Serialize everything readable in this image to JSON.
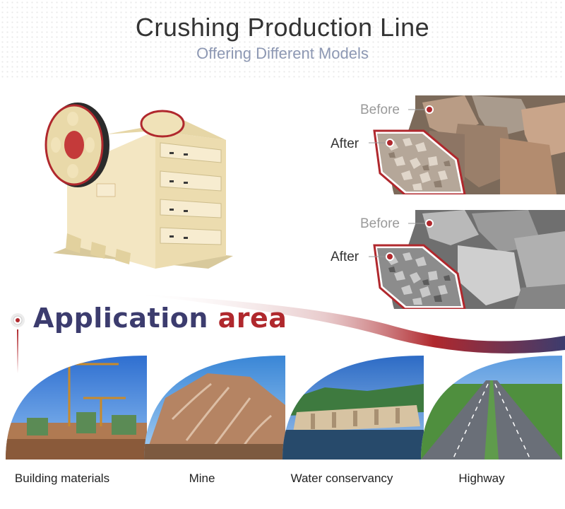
{
  "header": {
    "title": "Crushing Production Line",
    "subtitle": "Offering Different Models"
  },
  "comparison": {
    "top": {
      "before_label": "Before",
      "after_label": "After"
    },
    "bottom": {
      "before_label": "Before",
      "after_label": "After"
    }
  },
  "application": {
    "title_main": "Application",
    "title_accent": "area"
  },
  "areas": [
    {
      "label": "Building materials"
    },
    {
      "label": "Mine"
    },
    {
      "label": "Water conservancy"
    },
    {
      "label": "Highway"
    }
  ],
  "colors": {
    "accent_red": "#b0282d",
    "navy": "#3c3c6e",
    "subtitle": "#8d98b3",
    "machine_cream": "#efe1b8"
  },
  "icons": {
    "marker": "target-dot-icon"
  }
}
